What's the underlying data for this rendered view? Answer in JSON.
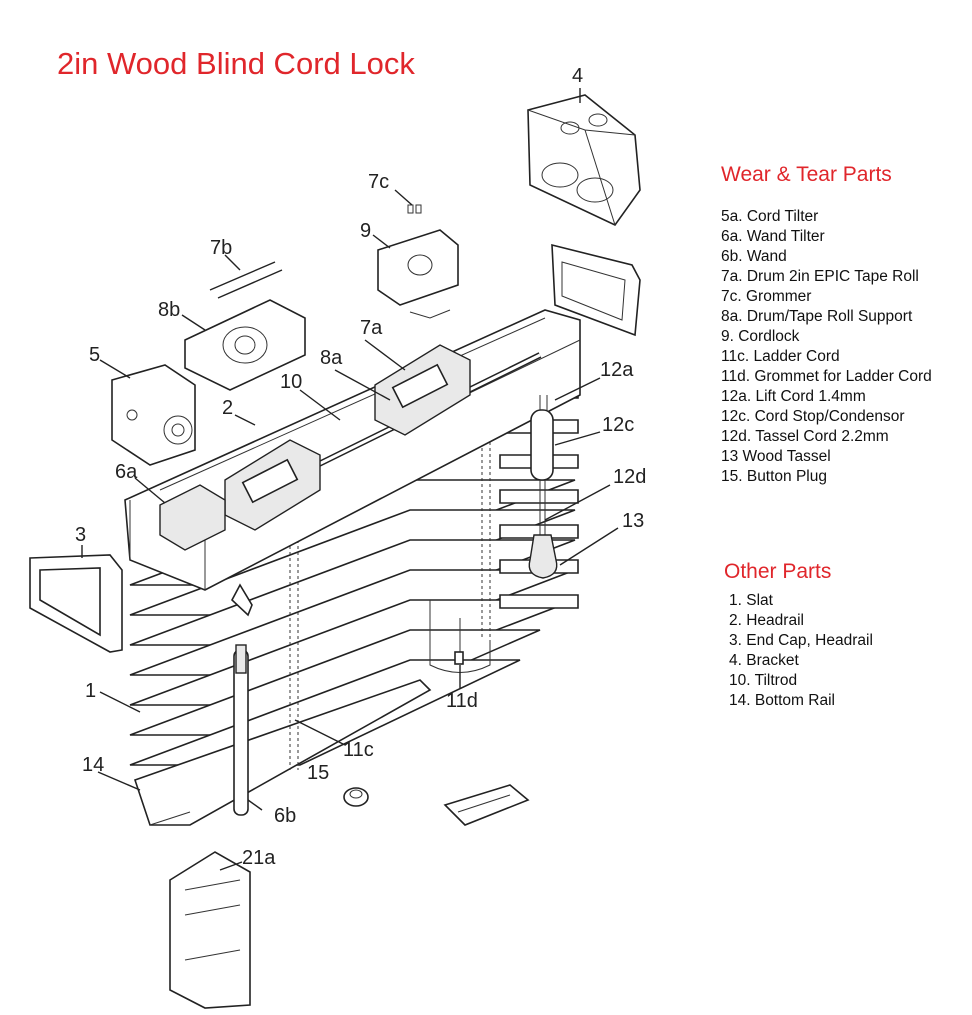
{
  "title": "2in Wood Blind Cord Lock",
  "wear_tear": {
    "heading": "Wear & Tear Parts",
    "items": [
      "5a. Cord Tilter",
      "6a. Wand Tilter",
      "6b. Wand",
      "7a. Drum 2in EPIC Tape Roll",
      "7c. Grommer",
      "8a. Drum/Tape Roll Support",
      "9. Cordlock",
      "11c. Ladder Cord",
      "11d. Grommet for Ladder Cord",
      "12a. Lift Cord 1.4mm",
      "12c. Cord Stop/Condensor",
      "12d. Tassel Cord 2.2mm",
      "13 Wood Tassel",
      "15. Button Plug"
    ]
  },
  "other": {
    "heading": "Other Parts",
    "items": [
      "1. Slat",
      "2. Headrail",
      "3. End Cap, Headrail",
      "4. Bracket",
      "10. Tiltrod",
      "14. Bottom Rail"
    ]
  },
  "callouts": {
    "c4": "4",
    "c7c": "7c",
    "c9": "9",
    "c7b": "7b",
    "c8b": "8b",
    "c7a": "7a",
    "c5": "5",
    "c8a": "8a",
    "c10": "10",
    "c2": "2",
    "c12a": "12a",
    "c12c": "12c",
    "c12d": "12d",
    "c13": "13",
    "c6a": "6a",
    "c3": "3",
    "c1": "1",
    "c11d": "11d",
    "c11c": "11c",
    "c14": "14",
    "c15": "15",
    "c6b": "6b",
    "c21a": "21a"
  },
  "colors": {
    "heading_red": "#e0262b",
    "line": "#222222"
  }
}
